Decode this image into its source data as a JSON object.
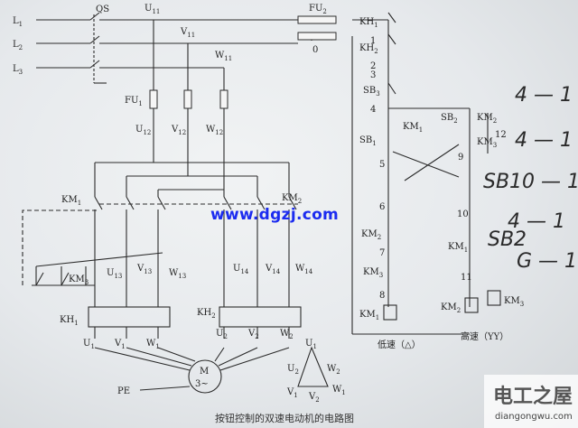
{
  "supply": {
    "l1": "L",
    "l1_sub": "1",
    "l2": "L",
    "l2_sub": "2",
    "l3": "L",
    "l3_sub": "3",
    "qs": "QS",
    "u11": "U",
    "u11_sub": "11",
    "v11": "V",
    "v11_sub": "11",
    "w11": "W",
    "w11_sub": "11"
  },
  "fuses": {
    "fu1": "FU",
    "fu1_sub": "1",
    "fu2": "FU",
    "fu2_sub": "2",
    "u12": "U",
    "u12_sub": "12",
    "v12": "V",
    "v12_sub": "12",
    "w12": "W",
    "w12_sub": "12"
  },
  "contactors": {
    "km1": "KM",
    "km1_sub": "1",
    "km2": "KM",
    "km2_sub": "2",
    "km3": "KM",
    "km3_sub": "3",
    "u13": "U",
    "u13_sub": "13",
    "v13": "V",
    "v13_sub": "13",
    "w13": "W",
    "w13_sub": "13",
    "u14": "U",
    "u14_sub": "14",
    "v14": "V",
    "v14_sub": "14",
    "w14": "W",
    "w14_sub": "14"
  },
  "relays": {
    "kh1": "KH",
    "kh1_sub": "1",
    "kh2": "KH",
    "kh2_sub": "2"
  },
  "motor": {
    "u1": "U",
    "u1_sub": "1",
    "v1": "V",
    "v1_sub": "1",
    "w1": "W",
    "w1_sub": "1",
    "u2": "U",
    "u2_sub": "2",
    "v2": "V",
    "v2_sub": "2",
    "w2": "W",
    "w2_sub": "2",
    "m": "M",
    "phase": "3~",
    "pe": "PE"
  },
  "control": {
    "node0": "0",
    "n1": "1",
    "n2": "2",
    "n3": "3",
    "n4": "4",
    "n5": "5",
    "n6": "6",
    "n7": "7",
    "n8": "8",
    "n9": "9",
    "n10": "10",
    "n11": "11",
    "n12": "12",
    "kh1": "KH",
    "kh1_sub": "1",
    "kh2": "KH",
    "kh2_sub": "2",
    "sb3": "SB",
    "sb3_sub": "3",
    "sb1": "SB",
    "sb1_sub": "1",
    "sb2": "SB",
    "sb2_sub": "2",
    "km1a": "KM",
    "km1a_sub": "1",
    "km2a": "KM",
    "km2a_sub": "2",
    "km3a": "KM",
    "km3a_sub": "3",
    "km2b": "KM",
    "km2b_sub": "2",
    "km3b": "KM",
    "km3b_sub": "3",
    "km1b": "KM",
    "km1b_sub": "1",
    "coil_km1": "KM",
    "coil_km1_sub": "1",
    "coil_km2": "KM",
    "coil_km2_sub": "2",
    "coil_km3": "KM",
    "coil_km3_sub": "3",
    "low_speed": "低速（△）",
    "high_speed": "高速（YY）"
  },
  "triangle": {
    "u1": "U",
    "u1_sub": "1",
    "v1": "V",
    "v1_sub": "1",
    "w1": "W",
    "w1_sub": "1",
    "u2": "U",
    "u2_sub": "2",
    "v2": "V",
    "v2_sub": "2",
    "w2": "W",
    "w2_sub": "2"
  },
  "handwriting": {
    "h1": "4 — 1",
    "h2": "4 — 1",
    "h3": "SB10 — 1",
    "h4": "4 — 1",
    "h5": "SB2",
    "h6": "G — 1"
  },
  "watermark": "www.dgzj.com",
  "caption": "按钮控制的双速电动机的电路图",
  "logo": {
    "name": "电工之屋",
    "url": "diangongwu.com"
  }
}
